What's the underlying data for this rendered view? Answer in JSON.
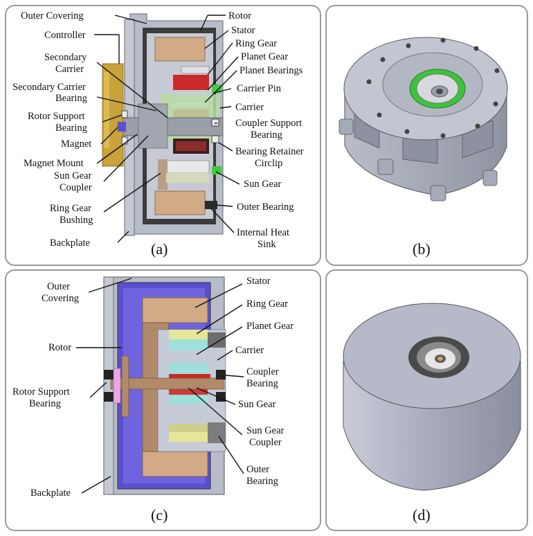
{
  "panels": {
    "a": {
      "caption": "(a)",
      "labels_left": [
        "Outer Covering",
        "Controller",
        "Secondary",
        "Carrier",
        "Secondary Carrier",
        "Bearing",
        "Rotor Support",
        "Bearing",
        "Magnet",
        "Magnet Mount",
        "Sun Gear",
        "Coupler",
        "Ring Gear",
        "Bushing",
        "Backplate"
      ],
      "labels_right": [
        "Rotor",
        "Stator",
        "Ring Gear",
        "Planet Gear",
        "Planet Bearings",
        "Carrier Pin",
        "Carrier",
        "Coupler Support",
        "Bearing",
        "Bearing Retainer",
        "Circlip",
        "Sun Gear",
        "Outer Bearing",
        "Internal Heat",
        "Sink"
      ]
    },
    "b": {
      "caption": "(b)"
    },
    "c": {
      "caption": "(c)",
      "labels_left": [
        "Outer",
        "Covering",
        "Rotor",
        "Rotor Support",
        "Bearing",
        "Backplate"
      ],
      "labels_right": [
        "Stator",
        "Ring Gear",
        "Planet Gear",
        "Carrier",
        "Coupler",
        "Bearing",
        "Sun Gear",
        "Sun Gear",
        "Coupler",
        "Outer",
        "Bearing"
      ]
    },
    "d": {
      "caption": "(d)"
    }
  },
  "colors": {
    "housing": "#b7bcc9",
    "stator": "#d3aa86",
    "ring_gear_red": "#cc2a2a",
    "carrier_green": "#b9dca6",
    "controller_gold": "#c9a23a",
    "rotor_purple": "#5b4fd1",
    "planet_yellow": "#e6e699",
    "planet_cyan": "#9fe0dc",
    "bearing_dark": "#222222",
    "support_pink": "#e8a8e8"
  }
}
